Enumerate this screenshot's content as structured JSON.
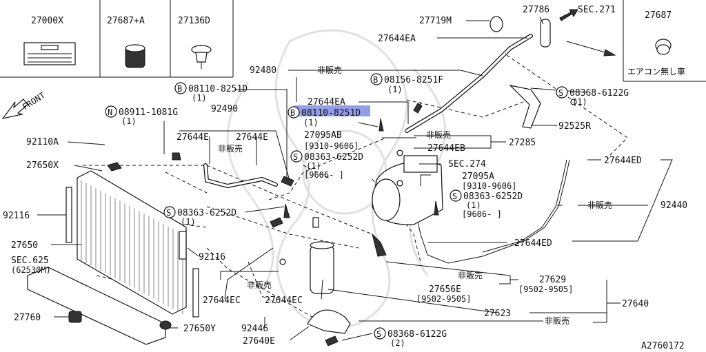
{
  "diagram_id": "A2760172",
  "front_label": "FRONT",
  "box_parts": [
    {
      "part": "27000X"
    },
    {
      "part": "27687+A"
    },
    {
      "part": "27136D"
    }
  ],
  "inset": {
    "part": "27687",
    "caption": "エアコン無し車"
  },
  "callouts": {
    "c27719M": "27719M",
    "c27786": "27786",
    "sec271": "SEC.271",
    "c27644EA_top": "27644EA",
    "c92480": "92480",
    "not_for_sale_1": "非販売",
    "bolt_08156": "08156-8251F",
    "bolt_08156_qty": "(1)",
    "bolt_08110_a": "08110-8251D",
    "bolt_08110_a_qty": "(1)",
    "c27644EA_mid": "27644EA",
    "bolt_08110_b": "08110-8251D",
    "bolt_08110_b_qty": "(1)",
    "c92490": "92490",
    "nut_08911": "08911-1081G",
    "nut_08911_qty": "(1)",
    "c27644E_a": "27644E",
    "c27644E_b": "27644E",
    "not_for_sale_2": "非販売",
    "c27095AB": "27095AB",
    "c27095AB_range": "[9310-9606]",
    "not_for_sale_3": "非販売",
    "c27285": "27285",
    "c27644EB": "27644EB",
    "screw_08363_a": "08363-6252D",
    "screw_08363_a_qty": "(1)",
    "screw_08363_a_range": "[9606-   ]",
    "sec274": "SEC.274",
    "screw_08368_a": "08368-6122G",
    "screw_08368_a_qty": "(1)",
    "c92525R": "92525R",
    "c27644ED_a": "27644ED",
    "c92110A": "92110A",
    "c27650X": "27650X",
    "c27095A": "27095A",
    "c27095A_range": "[9310-9606]",
    "screw_08363_b": "08363-6252D",
    "screw_08363_b_qty": "(1)",
    "screw_08363_b_range": "[9606-   ]",
    "not_for_sale_4": "非販売",
    "c92440": "92440",
    "c92116_a": "92116",
    "screw_08363_c": "08363-6252D",
    "screw_08363_c_qty": "(1)",
    "c27650": "27650",
    "c27644ED_b": "27644ED",
    "sec625": "SEC.625",
    "sec625_sub": "(62530M)",
    "c92116_b": "92116",
    "not_for_sale_5": "非販売",
    "c27629": "27629",
    "c27629_range": "[9502-9505]",
    "c27656E": "27656E",
    "c27656E_range": "[9502-9505]",
    "not_for_sale_6": "非販売",
    "c27644EC_a": "27644EC",
    "c27644EC_b": "27644EC",
    "c27640": "27640",
    "c27760": "27760",
    "c27623": "27623",
    "not_for_sale_7": "非販売",
    "c92446": "92446",
    "c27650Y": "27650Y",
    "c27640E": "27640E",
    "screw_08368_b": "08368-6122G",
    "screw_08368_b_qty": "(2)",
    "prefix_B": "B",
    "prefix_N": "N",
    "prefix_S": "S"
  },
  "highlighted_callout": "08110-8251D"
}
